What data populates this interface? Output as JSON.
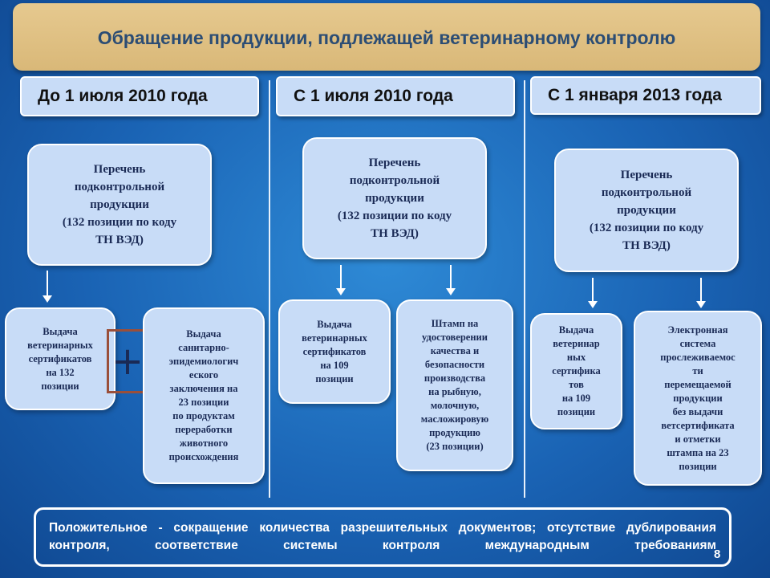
{
  "title": "Обращение продукции, подлежащей ветеринарному контролю",
  "columns": [
    {
      "header": "До 1 июля 2010 года",
      "list_box": "Перечень\nподконтрольной\nпродукции\n(132 позиции по коду\nТН ВЭД)",
      "items": [
        "Выдача\nветеринарных\nсертификатов\nна 132\nпозиции",
        "Выдача\nсанитарно-\nэпидемиологич\nеского\nзаключения на\n23 позиции\nпо продуктам\nпереработки\nживотного\nпроисхождения"
      ],
      "connector": "+"
    },
    {
      "header": "С  1 июля 2010 года",
      "list_box": "Перечень\nподконтрольной\nпродукции\n(132 позиции по коду\nТН ВЭД)",
      "items": [
        "Выдача\nветеринарных\nсертификатов\nна 109\nпозиции",
        "Штамп на\nудостоверении\nкачества и\nбезопасности\nпроизводства\nна рыбную,\nмолочную,\nмасложировую\nпродукцию\n(23 позиции)"
      ]
    },
    {
      "header": "С 1 января 2013 года",
      "list_box": "Перечень\nподконтрольной\nпродукции\n(132 позиции по коду\nТН ВЭД)",
      "items": [
        "Выдача\nветеринар\nных\nсертифика\nтов\nна 109\nпозиции",
        "Электронная\nсистема\nпрослеживаемос\nти\nперемещаемой\nпродукции\nбез выдачи\nветсертификата\nи отметки\nштампа на 23\nпозиции"
      ]
    }
  ],
  "footer": "Положительное - сокращение количества разрешительных документов; отсутствие дублирования контроля, соответствие системы контроля международным требованиям",
  "page_number": "8",
  "colors": {
    "background": "#1a63b4",
    "title_bar": "#d9b878",
    "box_fill": "#c8dcf7",
    "connector_border": "#9a4f3a"
  }
}
